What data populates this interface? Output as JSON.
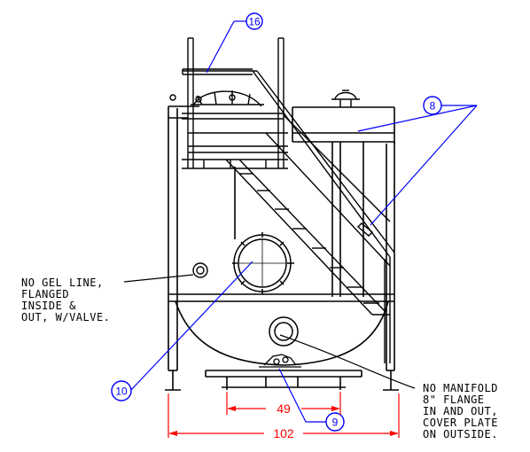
{
  "callouts": {
    "c16": "16",
    "c8": "8",
    "c10": "10",
    "c9": "9"
  },
  "dimensions": {
    "inner": "49",
    "overall": "102"
  },
  "notes": {
    "gel_line": "NO GEL LINE,\nFLANGED\nINSIDE &\nOUT, W/VALVE.",
    "manifold": "NO MANIFOLD\n8\" FLANGE\nIN AND OUT,\nCOVER PLATE\nON OUTSIDE."
  },
  "colors": {
    "line": "#000000",
    "callout": "#0000ff",
    "dimension": "#ff0000"
  }
}
